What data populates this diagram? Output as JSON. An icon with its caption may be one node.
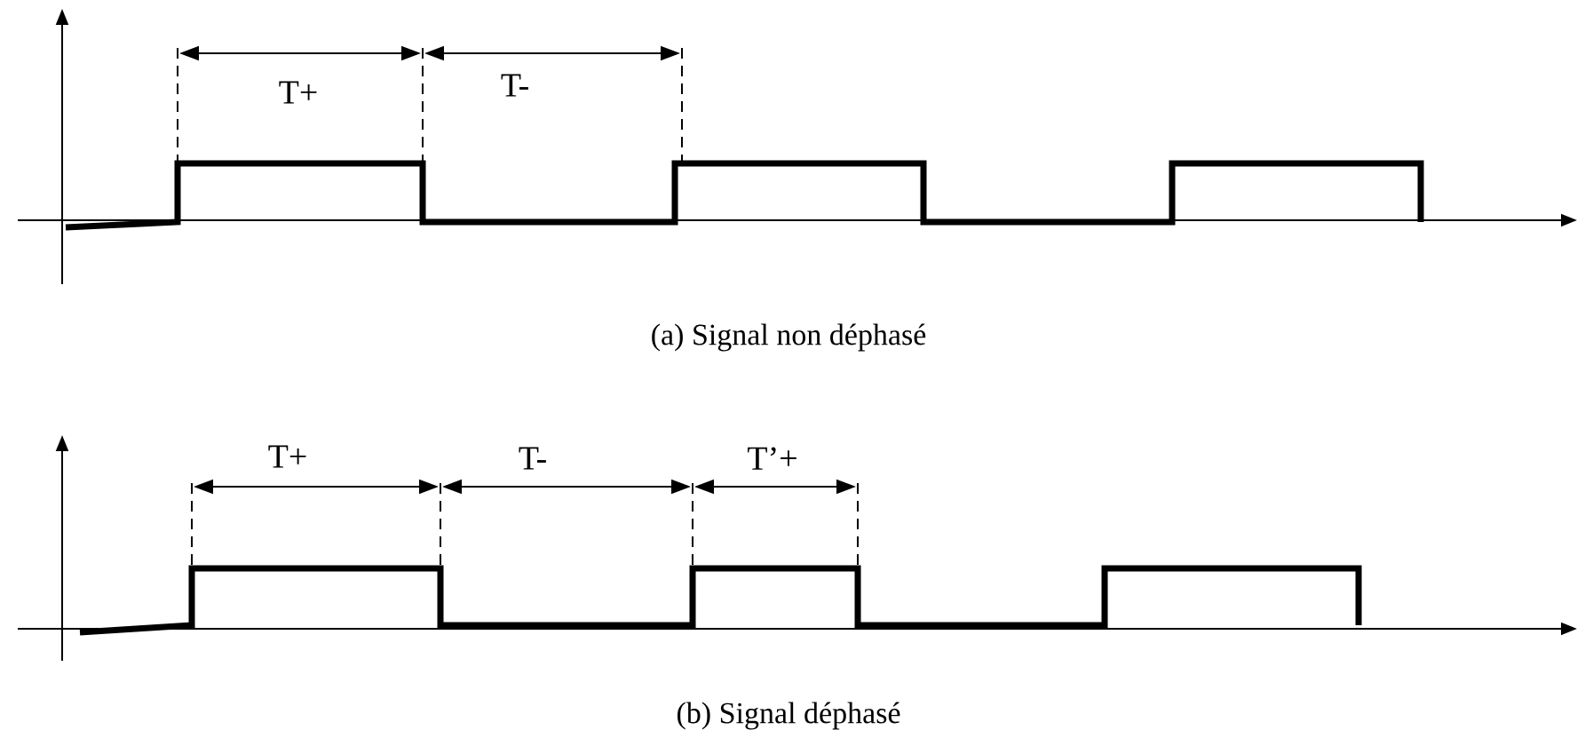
{
  "diagram": {
    "labels": [
      "T+",
      "T-",
      "(a) Signal non déphasé",
      "T+",
      "T-",
      "T’+",
      "(b) Signal déphasé"
    ]
  }
}
